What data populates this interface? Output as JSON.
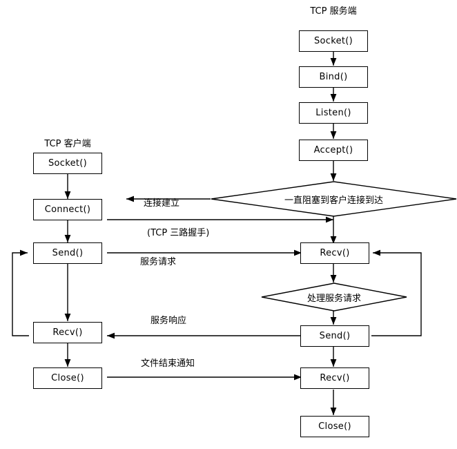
{
  "diagram": {
    "title_server": "TCP 服务端",
    "title_client": "TCP 客户端",
    "server_nodes": [
      {
        "id": "s-socket",
        "label": "Socket()"
      },
      {
        "id": "s-bind",
        "label": "Bind()"
      },
      {
        "id": "s-listen",
        "label": "Listen()"
      },
      {
        "id": "s-accept",
        "label": "Accept()"
      },
      {
        "id": "s-recv1",
        "label": "Recv()"
      },
      {
        "id": "s-send",
        "label": "Send()"
      },
      {
        "id": "s-recv2",
        "label": "Recv()"
      },
      {
        "id": "s-close",
        "label": "Close()"
      }
    ],
    "client_nodes": [
      {
        "id": "c-socket",
        "label": "Socket()"
      },
      {
        "id": "c-connect",
        "label": "Connect()"
      },
      {
        "id": "c-send",
        "label": "Send()"
      },
      {
        "id": "c-recv",
        "label": "Recv()"
      },
      {
        "id": "c-close",
        "label": "Close()"
      }
    ],
    "decisions": [
      {
        "id": "d-block",
        "label": "一直阻塞到客户连接到达"
      },
      {
        "id": "d-handle",
        "label": "处理服务请求"
      }
    ],
    "edge_labels": [
      {
        "id": "e-conn",
        "label": "连接建立"
      },
      {
        "id": "e-handshake",
        "label": "(TCP 三路握手)"
      },
      {
        "id": "e-request",
        "label": "服务请求"
      },
      {
        "id": "e-response",
        "label": "服务响应"
      },
      {
        "id": "e-fin",
        "label": "文件结束通知"
      }
    ],
    "colors": {
      "stroke": "#000000",
      "background": "#ffffff"
    }
  }
}
